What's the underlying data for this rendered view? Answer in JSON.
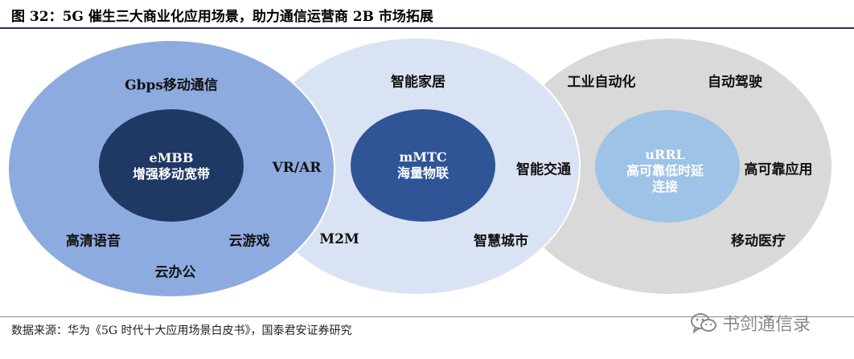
{
  "title": "图 32：5G 催生三大商业化应用场景，助力通信运营商 2B 市场拓展",
  "circles": {
    "embb": {
      "core_line1": "eMBB",
      "core_line2": "增强移动宽带",
      "labels": [
        "Gbps移动通信",
        "高清语音",
        "云游戏",
        "云办公"
      ]
    },
    "mmtc": {
      "core_line1": "mMTC",
      "core_line2": "海量物联",
      "labels": [
        "VR/AR",
        "智能家居",
        "M2M",
        "智慧城市"
      ]
    },
    "urrl": {
      "core_line1": "uRRL",
      "core_line2": "高可靠低时延",
      "core_line3": "连接",
      "labels": [
        "工业自动化",
        "自动驾驶",
        "智能交通",
        "高可靠应用",
        "移动医疗"
      ]
    }
  },
  "source": "数据来源：华为《5G 时代十大应用场景白皮书》，国泰君安证券研究",
  "watermark": {
    "text": "书剑通信录",
    "icon": "wechat-icon"
  },
  "colors": {
    "embb_outer": "#8eabe0",
    "embb_core": "#1f3864",
    "mmtc_outer": "#dae3f3",
    "mmtc_core": "#2f5597",
    "urrl_outer": "#d9d9d9",
    "urrl_core": "#9dc3e6"
  }
}
